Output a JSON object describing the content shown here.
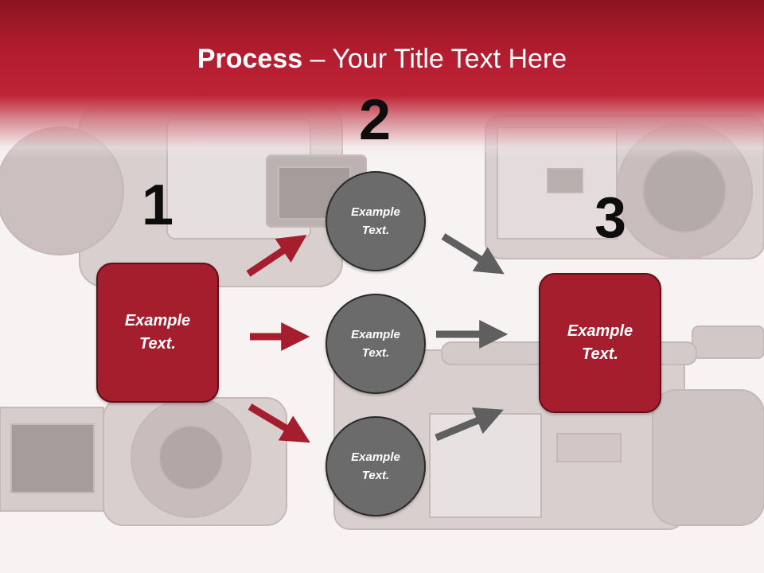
{
  "title": {
    "bold": "Process",
    "rest": " – Your Title Text Here"
  },
  "steps": [
    {
      "number": "1"
    },
    {
      "number": "2"
    },
    {
      "number": "3"
    }
  ],
  "left_box": {
    "text": "Example\nText."
  },
  "right_box": {
    "text": "Example\nText."
  },
  "circles": [
    {
      "text": "Example\nText."
    },
    {
      "text": "Example\nText."
    },
    {
      "text": "Example\nText."
    }
  ],
  "colors": {
    "header_red": "#be2436",
    "box_red": "#a51e2e",
    "circle_gray": "#6b6b6b",
    "arrow_red": "#a51e2e",
    "arrow_gray": "#5f5f5f"
  }
}
